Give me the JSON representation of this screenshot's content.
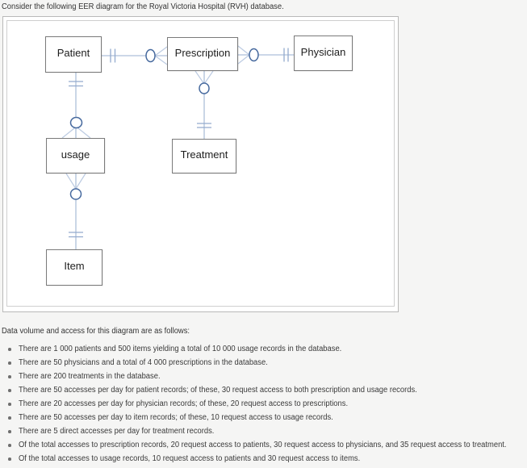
{
  "page": {
    "title": "Consider the following EER diagram for the Royal Victoria Hospital (RVH) database."
  },
  "diagram": {
    "entities": [
      {
        "id": "patient",
        "label": "Patient"
      },
      {
        "id": "prescription",
        "label": "Prescription"
      },
      {
        "id": "physician",
        "label": "Physician"
      },
      {
        "id": "usage",
        "label": "usage"
      },
      {
        "id": "treatment",
        "label": "Treatment"
      },
      {
        "id": "item",
        "label": "Item"
      }
    ],
    "relationships": [
      {
        "from": "Patient",
        "to": "Prescription",
        "from_cardinality": "exactly-one",
        "to_cardinality": "zero-or-many"
      },
      {
        "from": "Physician",
        "to": "Prescription",
        "from_cardinality": "exactly-one",
        "to_cardinality": "zero-or-many"
      },
      {
        "from": "Patient",
        "to": "usage",
        "from_cardinality": "exactly-one",
        "to_cardinality": "zero-or-many"
      },
      {
        "from": "Treatment",
        "to": "Prescription",
        "from_cardinality": "exactly-one",
        "to_cardinality": "zero-or-many"
      },
      {
        "from": "Item",
        "to": "usage",
        "from_cardinality": "exactly-one",
        "to_cardinality": "zero-or-many"
      }
    ],
    "notation": "crow-foot",
    "colors": {
      "connector": "#aebfd9",
      "cardinality_ring": "#46699e",
      "entity_border": "#7a7a7a"
    }
  },
  "data_volume": {
    "heading": "Data volume and access for this diagram are as follows:",
    "bullets": [
      "There are 1 000 patients and 500 items yielding a total of 10 000 usage records in the database.",
      "There are 50 physicians and a total of 4 000 prescriptions in the database.",
      "There are 200 treatments in the database.",
      "There are 50 accesses per day for patient records; of these, 30 request access to both prescription and usage records.",
      "There are 20 accesses per day for physician records; of these, 20 request access to prescriptions.",
      "There are 50 accesses per day to item records; of these, 10 request access to usage records.",
      "There are 5 direct accesses per day for treatment records.",
      "Of the total accesses to prescription records, 20 request access to patients, 30 request access to physicians, and 35 request access to treatment.",
      "Of the total accesses to usage records, 10 request access to patients and 30 request access to items."
    ]
  }
}
